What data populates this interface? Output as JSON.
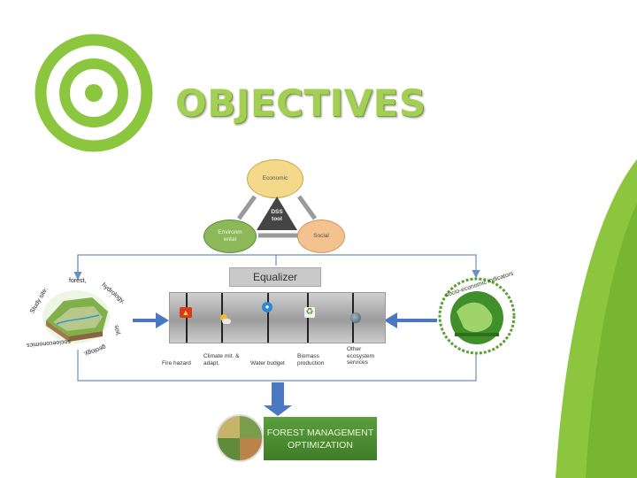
{
  "slide": {
    "title": "OBJECTIVES",
    "colors": {
      "accent": "#8cc63f",
      "title": "#a4cf55"
    }
  },
  "triangle": {
    "top": "Economic",
    "left": "Environm ental",
    "right": "Social",
    "center": "DSS tool"
  },
  "equalizer": {
    "label": "Equalizer"
  },
  "sliders": [
    {
      "label": "Fire hazard",
      "icon": "fire-icon"
    },
    {
      "label": "Climate mit. & adapt.",
      "icon": "sun-cloud-icon"
    },
    {
      "label": "Water budget",
      "icon": "water-drop-icon"
    },
    {
      "label": "Biomass production",
      "icon": "recycle-icon"
    },
    {
      "label": "Other ecosystem services",
      "icon": "globe-icon"
    }
  ],
  "study_site": {
    "words": [
      "Study site:",
      "forest,",
      "hydrology,",
      "soil,",
      "geology,",
      "socioeconomics"
    ]
  },
  "indicators": {
    "label": "socio-economic indicators"
  },
  "output": {
    "line1": "FOREST MANAGEMENT",
    "line2": "OPTIMIZATION"
  }
}
